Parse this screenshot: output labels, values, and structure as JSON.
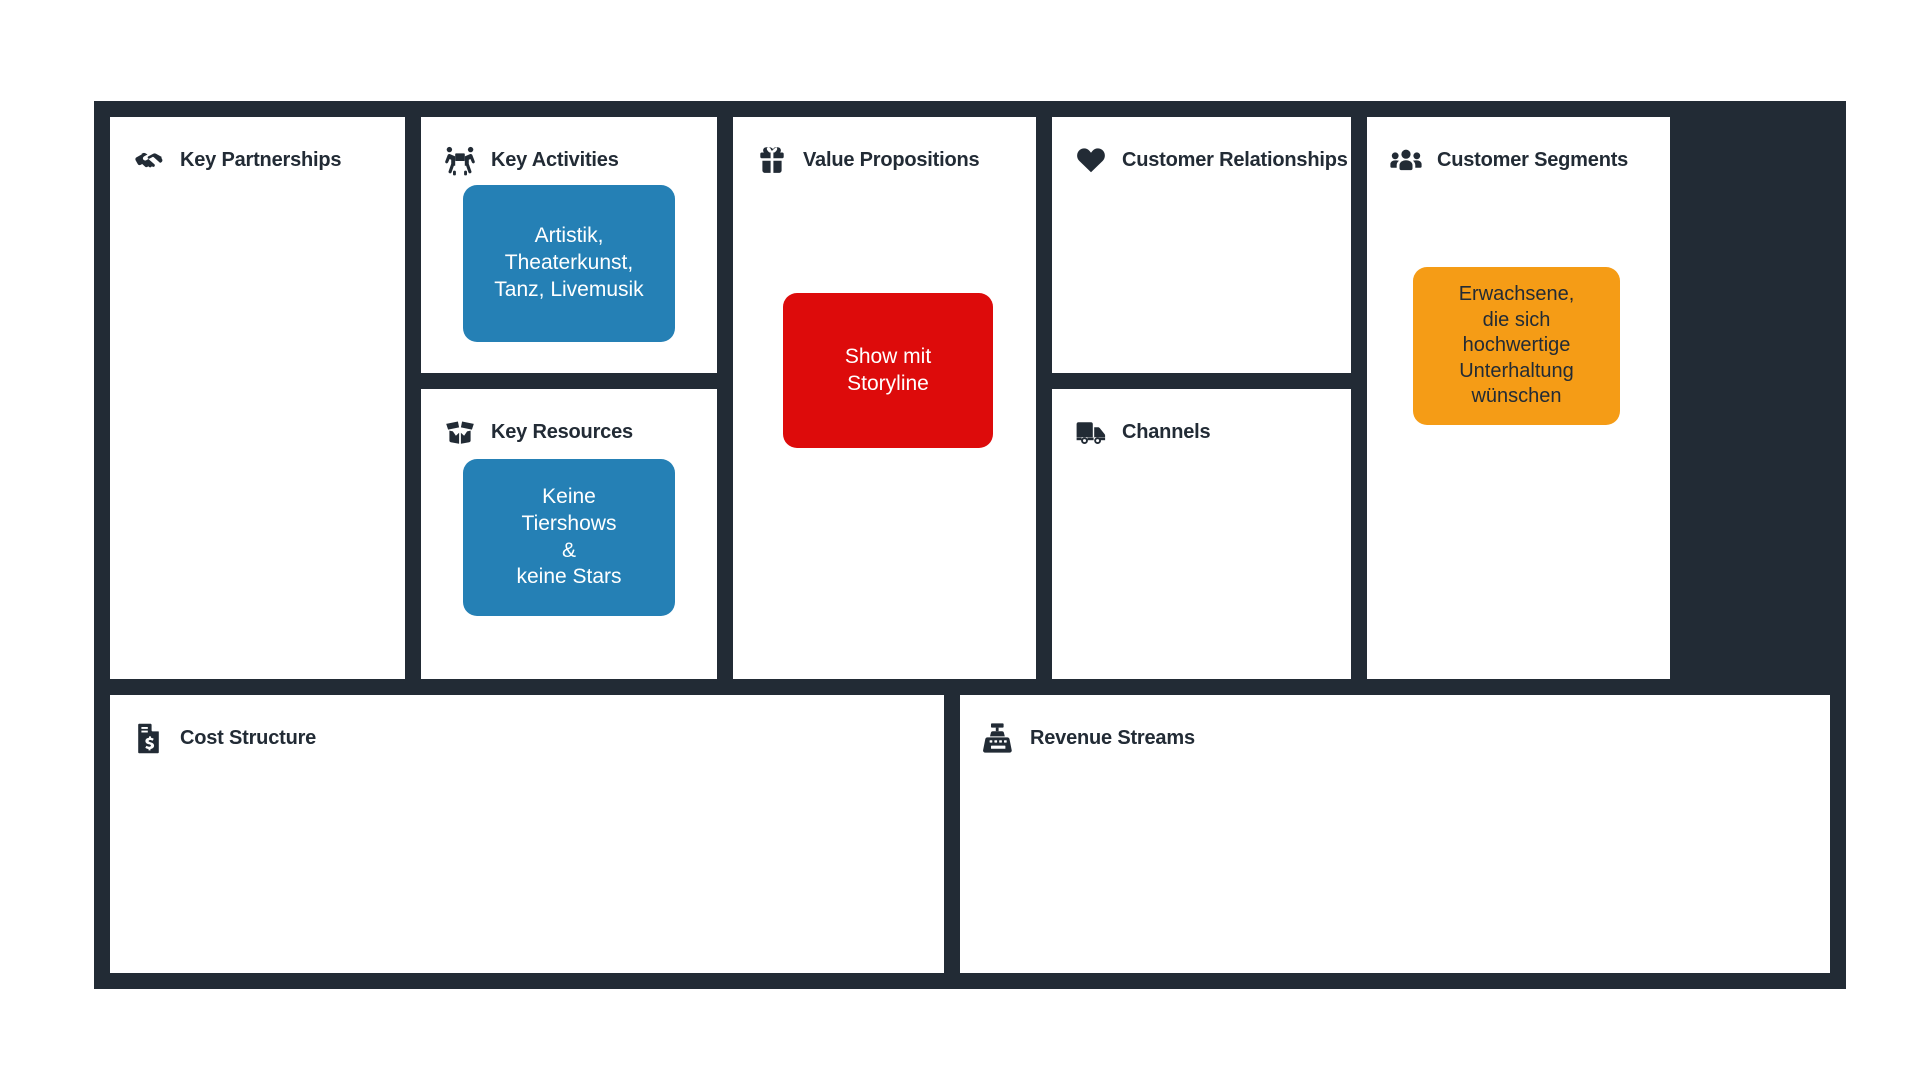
{
  "canvas": {
    "type": "business-model-canvas",
    "frame_color": "#222b35",
    "block_background": "#ffffff",
    "page_background": "#ffffff",
    "note_colors": {
      "blue": "#2580b5",
      "red": "#dd0b0b",
      "orange": "#f59c16"
    },
    "blocks": [
      {
        "id": "key-partnerships",
        "title": "Key Partnerships",
        "icon": "handshake-icon",
        "notes": []
      },
      {
        "id": "key-activities",
        "title": "Key Activities",
        "icon": "people-carrying-box-icon",
        "notes": [
          {
            "text": "Artistik,\nTheaterkunst,\nTanz, Livemusik",
            "color": "blue"
          }
        ]
      },
      {
        "id": "key-resources",
        "title": "Key Resources",
        "icon": "open-box-icon",
        "notes": [
          {
            "text": "Keine\nTiershows\n&\nkeine Stars",
            "color": "blue"
          }
        ]
      },
      {
        "id": "value-propositions",
        "title": "Value Propositions",
        "icon": "gift-icon",
        "notes": [
          {
            "text": "Show mit\nStoryline",
            "color": "red"
          }
        ]
      },
      {
        "id": "customer-relationships",
        "title": "Customer Relationships",
        "icon": "heart-icon",
        "notes": []
      },
      {
        "id": "channels",
        "title": "Channels",
        "icon": "delivery-truck-icon",
        "notes": []
      },
      {
        "id": "customer-segments",
        "title": "Customer Segments",
        "icon": "people-group-icon",
        "notes": [
          {
            "text": "Erwachsene,\ndie sich\nhochwertige\nUnterhaltung\nwünschen",
            "color": "orange"
          }
        ]
      },
      {
        "id": "cost-structure",
        "title": "Cost Structure",
        "icon": "invoice-dollar-icon",
        "notes": []
      },
      {
        "id": "revenue-streams",
        "title": "Revenue Streams",
        "icon": "cash-register-icon",
        "notes": []
      }
    ]
  },
  "blocks": {
    "key_partnerships": {
      "title": "Key Partnerships"
    },
    "key_activities": {
      "title": "Key Activities",
      "note": "Artistik,\nTheaterkunst,\nTanz, Livemusik"
    },
    "key_resources": {
      "title": "Key Resources",
      "note": "Keine\nTiershows\n&\nkeine Stars"
    },
    "value_propositions": {
      "title": "Value Propositions",
      "note": "Show mit\nStoryline"
    },
    "customer_relationships": {
      "title": "Customer Relationships"
    },
    "channels": {
      "title": "Channels"
    },
    "customer_segments": {
      "title": "Customer Segments",
      "note": "Erwachsene,\ndie sich\nhochwertige\nUnterhaltung\nwünschen"
    },
    "cost_structure": {
      "title": "Cost Structure"
    },
    "revenue_streams": {
      "title": "Revenue Streams"
    }
  }
}
